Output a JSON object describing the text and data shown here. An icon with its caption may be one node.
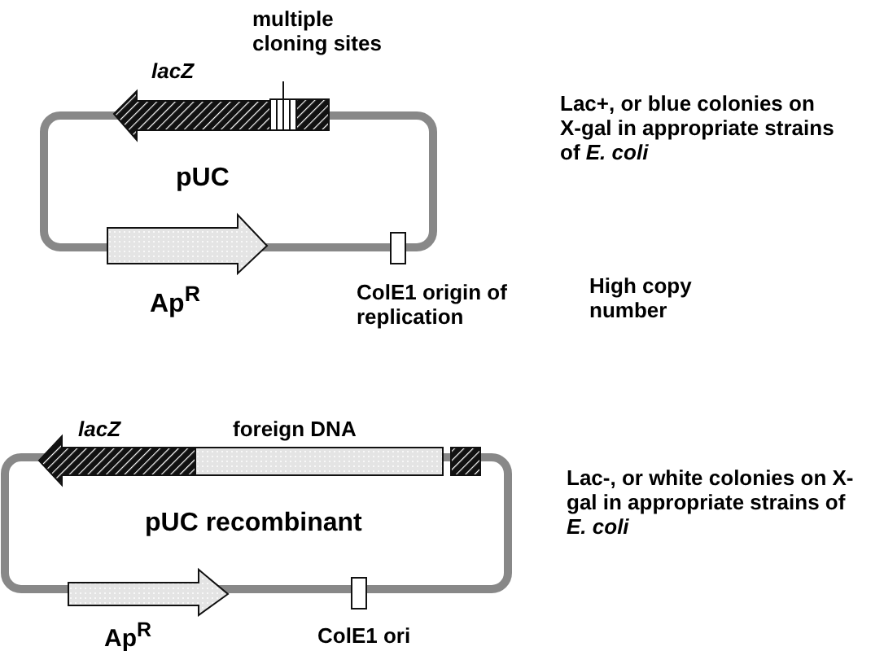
{
  "diagram": {
    "nodes": [
      {
        "text": [
          "multiple cloning sites"
        ]
      },
      {
        "text": [],
        "shape": "box"
      }
    ],
    "edges": [
      {
        "from": 0,
        "to": 1,
        "arrow": "none"
      }
    ],
    "labels": [
      "lacZ",
      "Lac+, or blue colonies on X-gal in appropriate strains of *E. coli*",
      "pUC",
      "Ap$^{R}$",
      "ColE1 origin of replication",
      "High copy number",
      "lacZ",
      "foreign DNA",
      "Lac-, or white colonies on X-gal in appropriate strains of *E. coli*",
      "pUC recombinant",
      "Ap$^{R}$",
      "ColE1 ori"
    ]
  }
}
